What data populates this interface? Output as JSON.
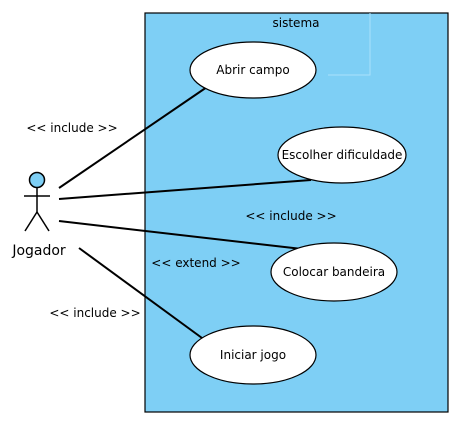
{
  "system": {
    "title": "sistema",
    "fill": "#7ecff5",
    "border": "#000000"
  },
  "actor": {
    "name": "Jogador",
    "head_color": "#7ecff5"
  },
  "use_cases": [
    {
      "label": "Abrir campo"
    },
    {
      "label": "Escolher dificuldade"
    },
    {
      "label": "Colocar bandeira"
    },
    {
      "label": "Iniciar jogo"
    }
  ],
  "relations": [
    {
      "label": "<< include >>"
    },
    {
      "label": "<< include >>"
    },
    {
      "label": "<< extend >>"
    },
    {
      "label": "<< include >>"
    }
  ]
}
